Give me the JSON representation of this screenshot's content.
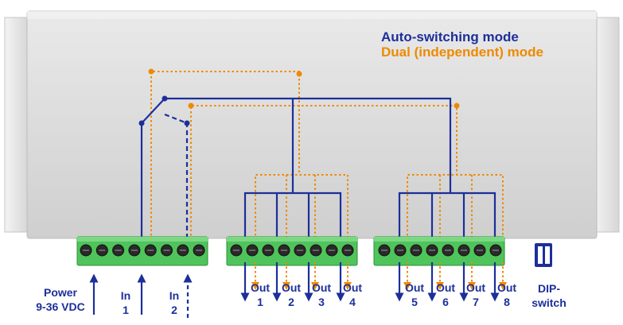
{
  "legend": {
    "auto_mode": "Auto-switching mode",
    "dual_mode": "Dual (independent) mode"
  },
  "colors": {
    "auto": "#1c2f9a",
    "dual": "#ee8a00",
    "terminal": "#4fc45a",
    "panel": "#d8d8d8"
  },
  "inputs": {
    "power_line1": "Power",
    "power_line2": "9-36 VDC",
    "in1_line1": "In",
    "in1_line2": "1",
    "in2_line1": "In",
    "in2_line2": "2"
  },
  "outputs": {
    "word": "Out",
    "numbers": [
      "1",
      "2",
      "3",
      "4",
      "5",
      "6",
      "7",
      "8"
    ]
  },
  "dip": {
    "line1": "DIP-",
    "line2": "switch"
  }
}
